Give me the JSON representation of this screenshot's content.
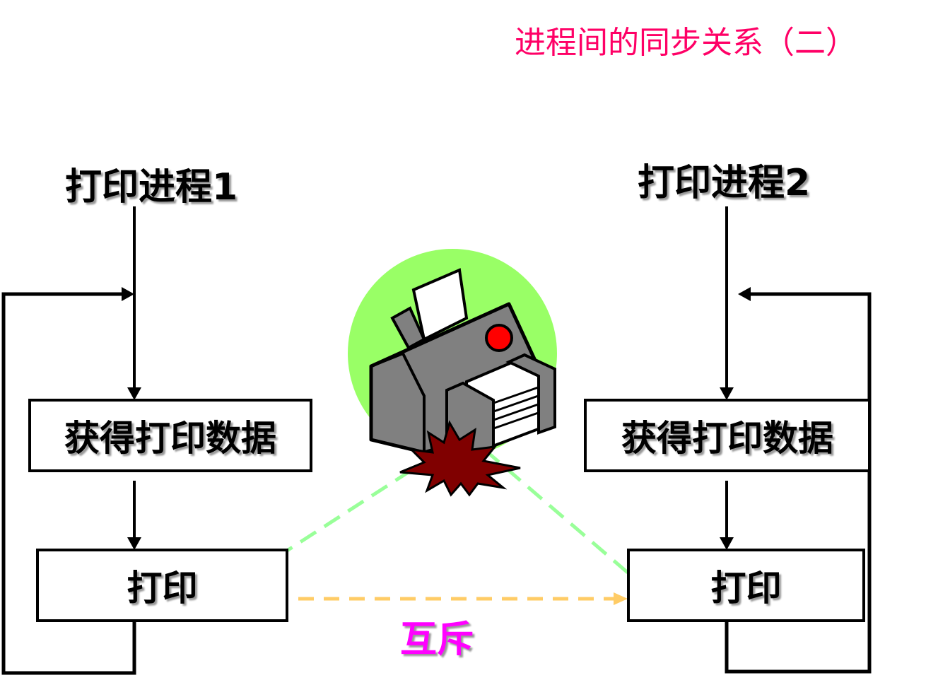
{
  "title": "进程间的同步关系（二）",
  "process1": {
    "label": "打印进程1",
    "step1": "获得打印数据",
    "step2": "打印"
  },
  "process2": {
    "label": "打印进程2",
    "step1": "获得打印数据",
    "step2": "打印"
  },
  "relation": {
    "label": "互斥"
  },
  "colors": {
    "title": "#ff0066",
    "relation_label": "#ff00ff",
    "mutex_arrow": "#ffcc66",
    "printer_link": "#99ff99",
    "printer_background": "#99ff66",
    "printer_body": "#808080",
    "printer_light": "#ff0000",
    "collision": "#800000"
  },
  "icons": [
    "printer-icon",
    "collision-burst-icon"
  ]
}
